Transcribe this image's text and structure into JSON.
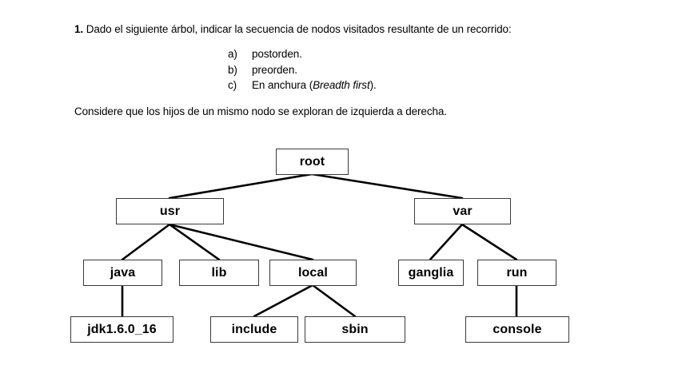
{
  "question": {
    "number": "1.",
    "text": "Dado el siguiente árbol, indicar la secuencia de nodos visitados resultante de un recorrido:",
    "options": [
      {
        "marker": "a)",
        "text": "postorden.",
        "emphasis": ""
      },
      {
        "marker": "b)",
        "text": "preorden.",
        "emphasis": ""
      },
      {
        "marker": "c)",
        "text": "En anchura (",
        "emphasis": "Breadth first",
        "suffix": ")."
      }
    ],
    "note": "Considere que los hijos de un mismo nodo se exploran de izquierda a derecha."
  },
  "tree": {
    "nodes": {
      "root": "root",
      "usr": "usr",
      "var": "var",
      "java": "java",
      "lib": "lib",
      "local": "local",
      "ganglia": "ganglia",
      "run": "run",
      "jdk": "jdk1.6.0_16",
      "include": "include",
      "sbin": "sbin",
      "console": "console"
    },
    "edges": [
      [
        "root",
        "usr"
      ],
      [
        "root",
        "var"
      ],
      [
        "usr",
        "java"
      ],
      [
        "usr",
        "lib"
      ],
      [
        "usr",
        "local"
      ],
      [
        "var",
        "ganglia"
      ],
      [
        "var",
        "run"
      ],
      [
        "java",
        "jdk"
      ],
      [
        "local",
        "include"
      ],
      [
        "local",
        "sbin"
      ],
      [
        "run",
        "console"
      ]
    ],
    "border_color": "#3a3a3a",
    "edge_color": "#000000"
  }
}
